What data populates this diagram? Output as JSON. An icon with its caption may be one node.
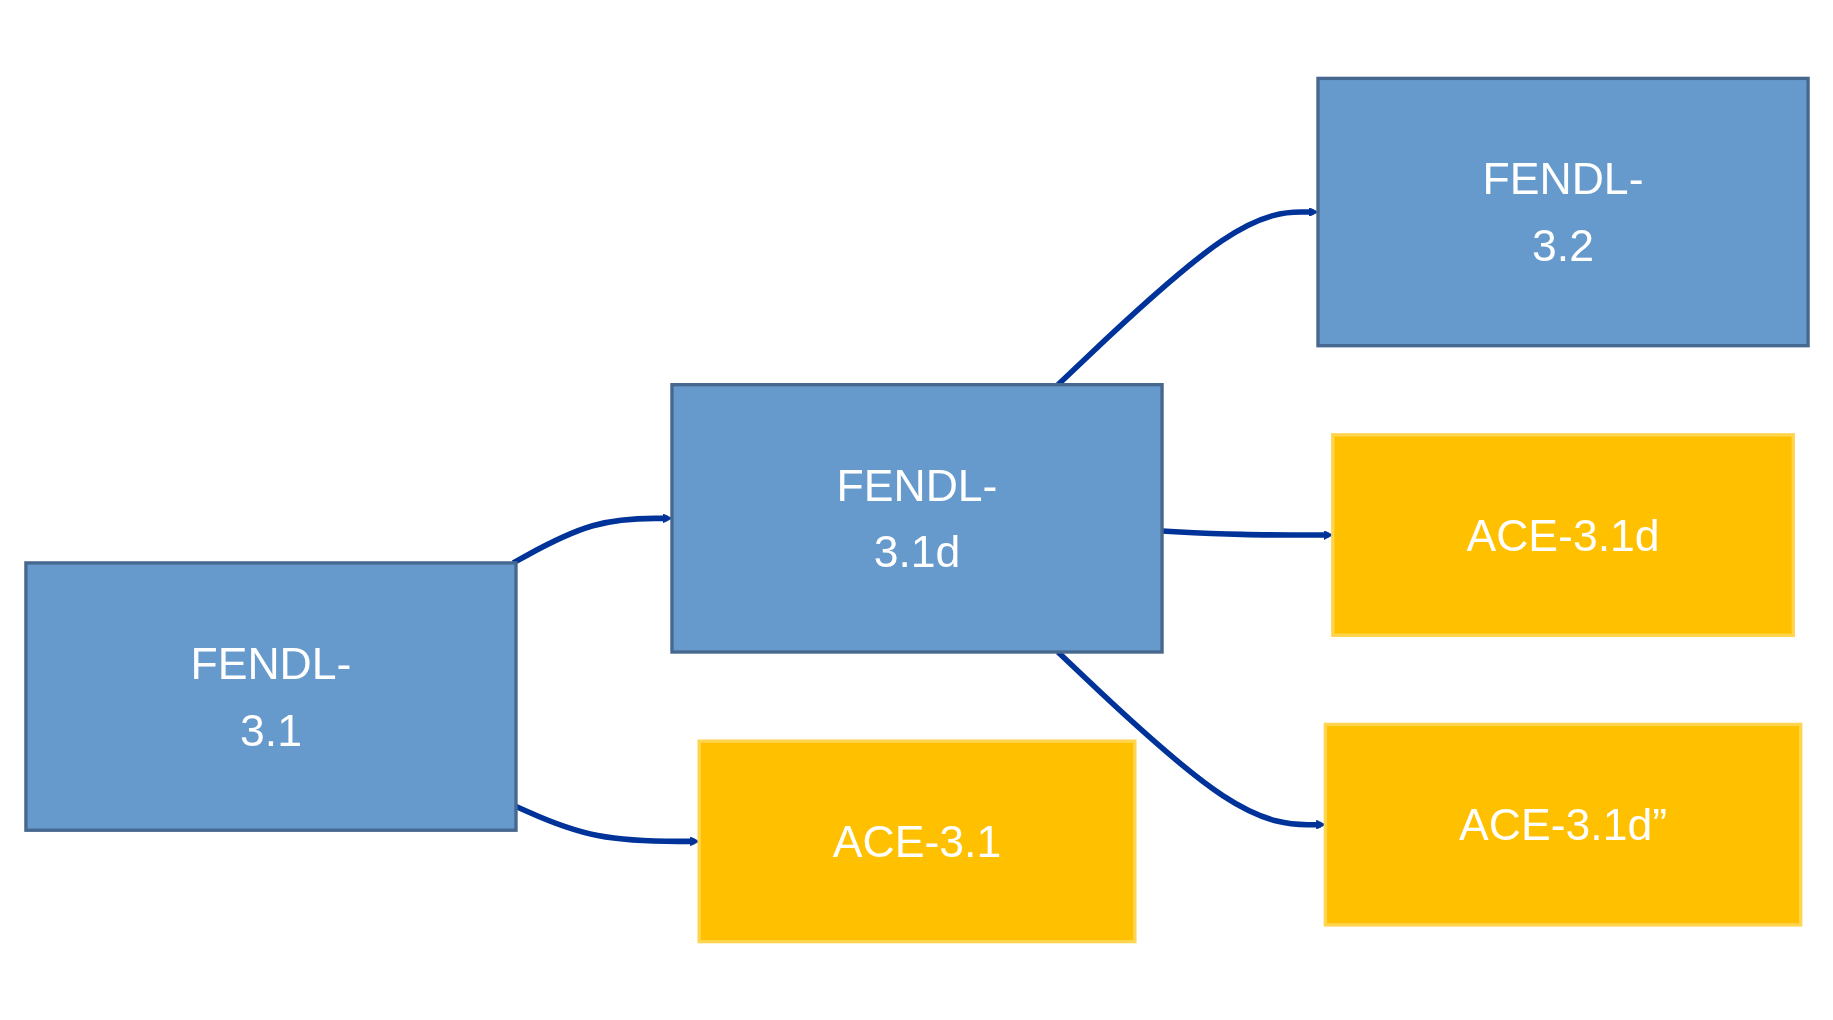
{
  "diagram": {
    "nodes": [
      {
        "text": [
          "FENDL-3.1"
        ]
      },
      {
        "text": [
          "FENDL-3.1d"
        ]
      },
      {
        "text": [
          "FENDL-3.2"
        ]
      },
      {
        "text": [
          "ACE-3.1"
        ]
      },
      {
        "text": [
          "ACE-3.1d"
        ]
      },
      {
        "text": [
          "ACE-3.1d”"
        ]
      }
    ],
    "edges": [
      {
        "from": 0,
        "to": 1,
        "arrow": "to"
      },
      {
        "from": 1,
        "to": 2,
        "arrow": "to"
      },
      {
        "from": 0,
        "to": 3,
        "arrow": "to"
      },
      {
        "from": 1,
        "to": 4,
        "arrow": "to"
      },
      {
        "from": 1,
        "to": 5,
        "arrow": "to"
      }
    ]
  }
}
